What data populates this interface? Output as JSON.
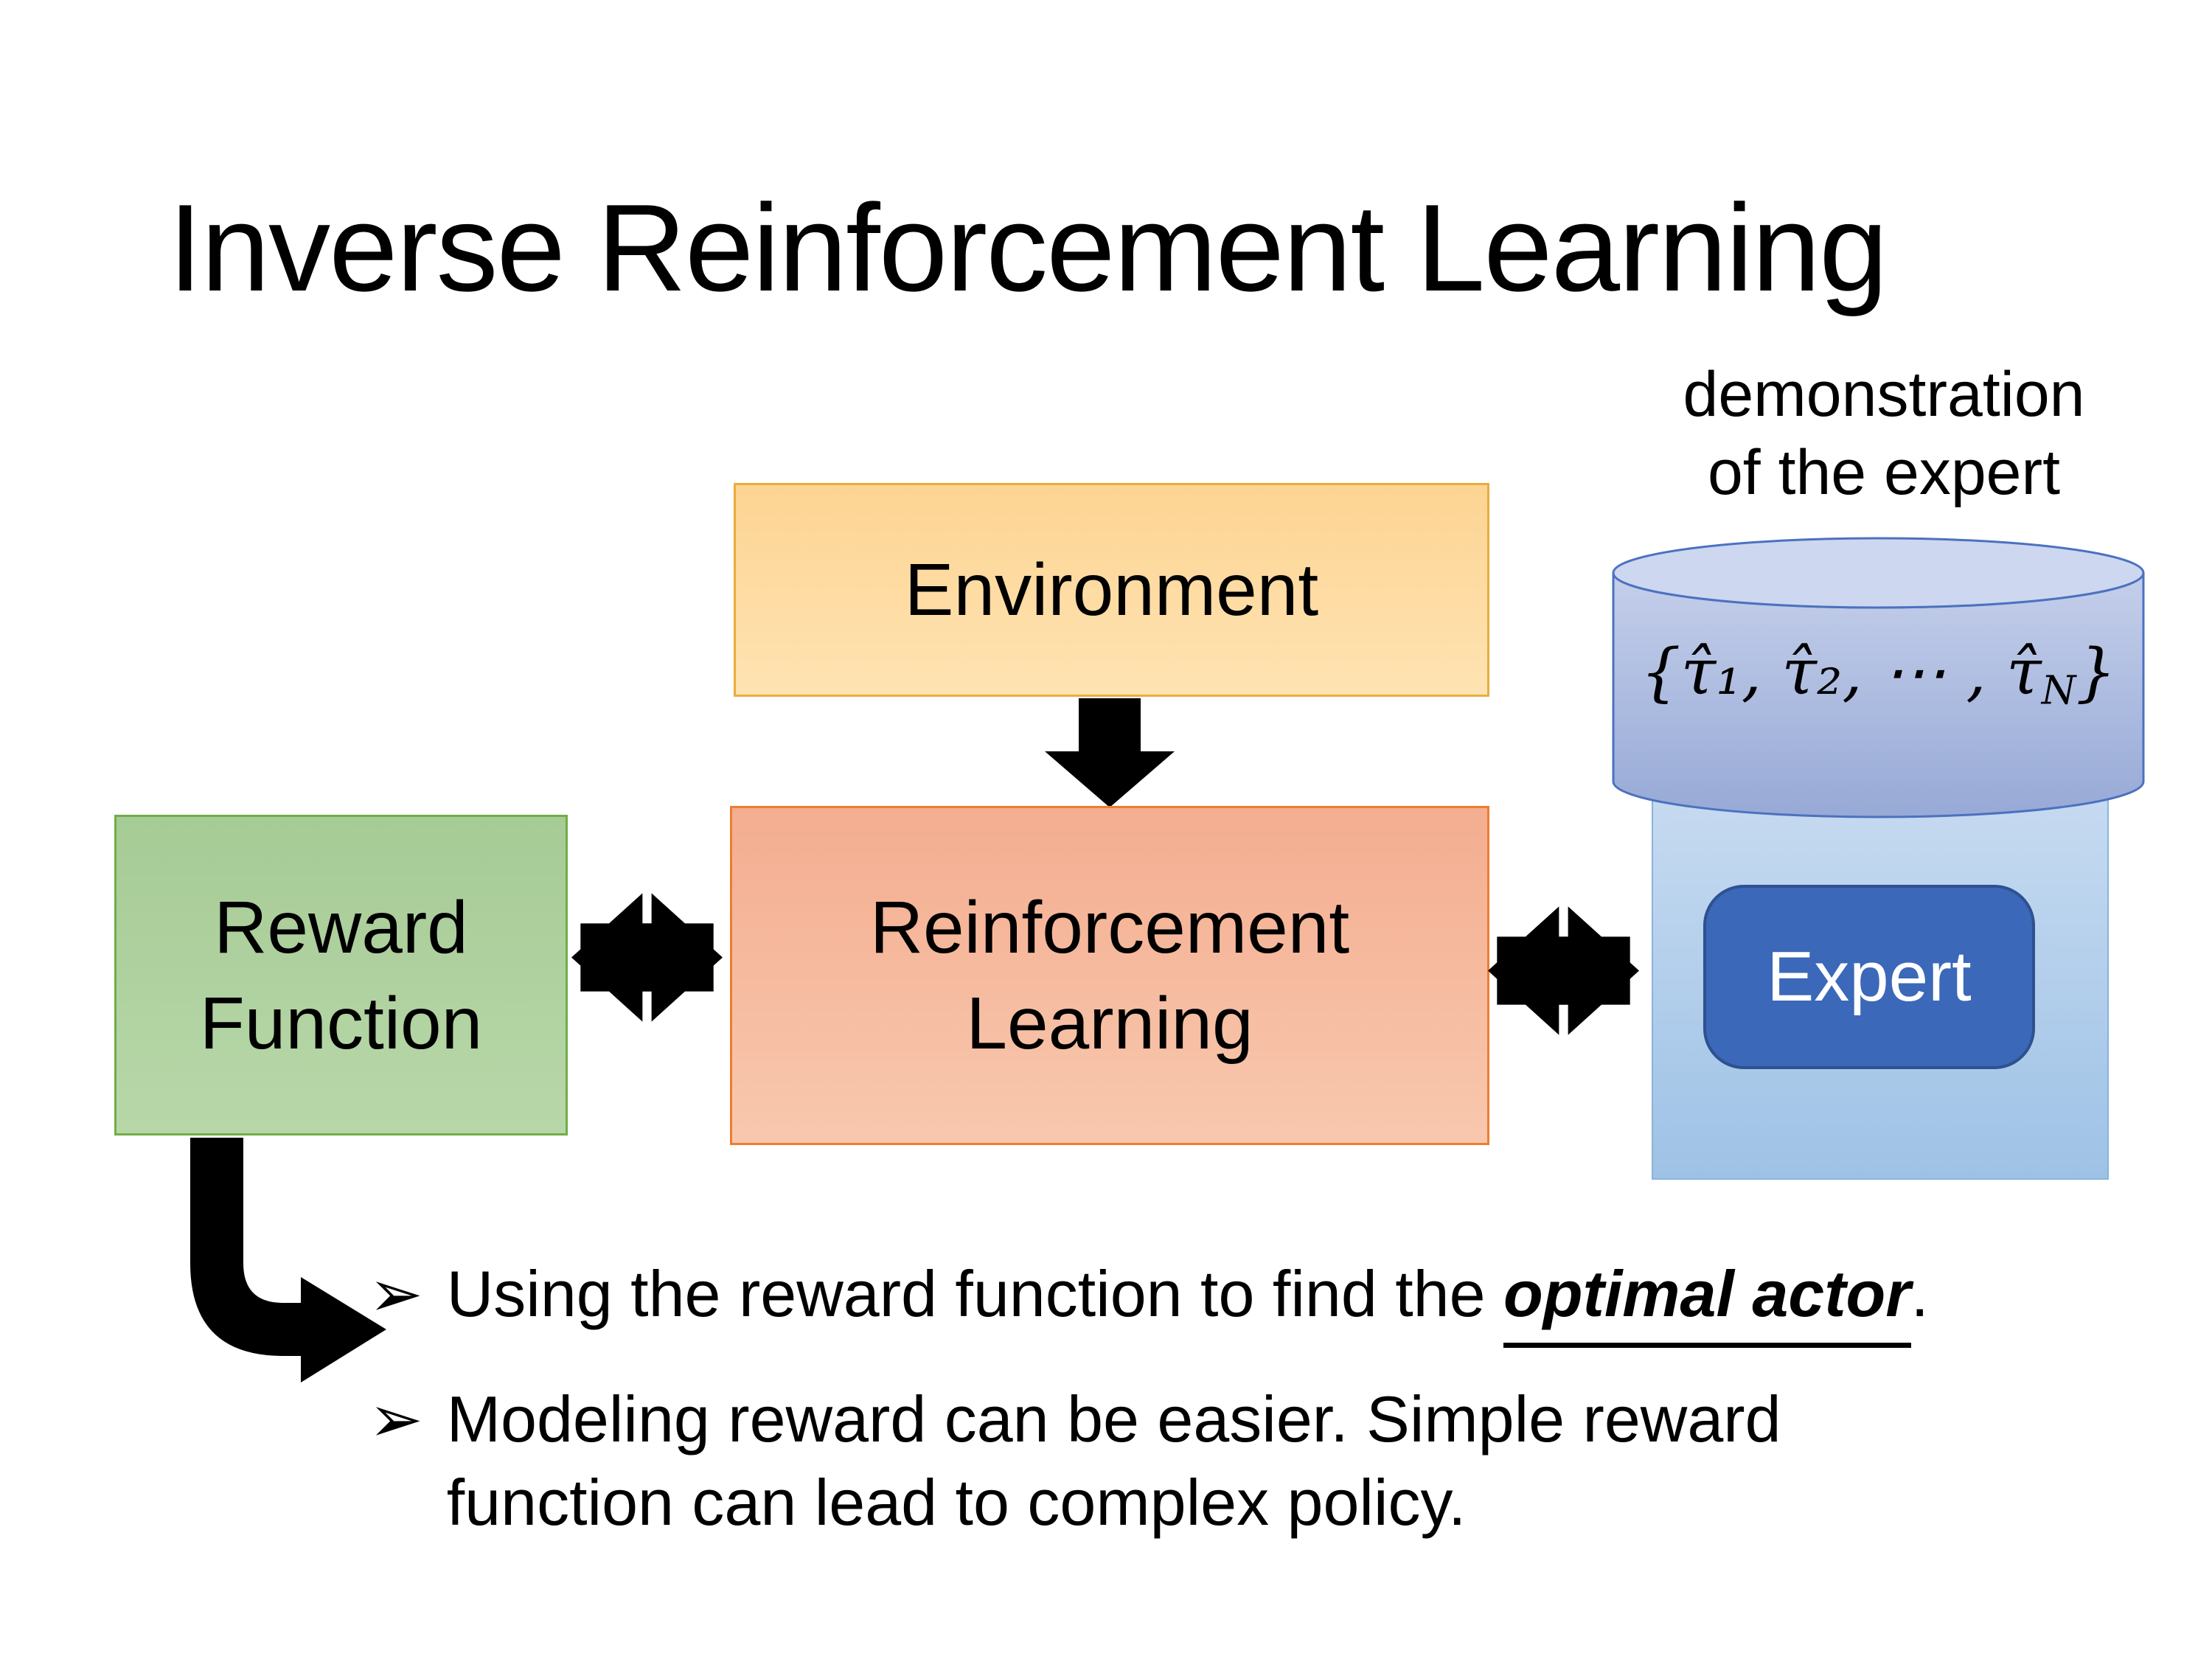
{
  "slide": {
    "title": "Inverse Reinforcement Learning",
    "annotation": {
      "line1": "demonstration",
      "line2": "of the expert"
    },
    "boxes": {
      "environment": {
        "label": "Environment"
      },
      "reward_function": {
        "line1": "Reward",
        "line2": "Function"
      },
      "reinforcement_learning": {
        "line1": "Reinforcement",
        "line2": "Learning"
      },
      "expert": {
        "label": "Expert"
      }
    },
    "cylinder_formula": {
      "prefix": "{τ̂₁, τ̂₂, ⋯ , τ̂",
      "subscript": "N",
      "suffix": "}"
    },
    "bullets": [
      {
        "marker": "➢",
        "text_before": "Using the reward function to find the ",
        "emphasis": "optimal actor",
        "text_after": "."
      },
      {
        "marker": "➢",
        "text": "Modeling reward can be easier. Simple reward function can lead to complex policy."
      }
    ],
    "colors": {
      "environment_fill_top": "#FDD493",
      "environment_fill_bottom": "#FEE3B2",
      "environment_border": "#E9AC3D",
      "reward_fill_top": "#A6CB95",
      "reward_fill_bottom": "#B8D7A9",
      "reward_border": "#70AD47",
      "rl_fill_top": "#F4AD90",
      "rl_fill_bottom": "#F8C8AE",
      "rl_border": "#ED7D31",
      "container_fill_top": "#C9DCF1",
      "container_fill_bottom": "#9EC2E6",
      "container_border": "#89B4DC",
      "cylinder_fill_top": "#C4CFEA",
      "cylinder_fill_bottom": "#97A9D6",
      "cylinder_top_fill": "#CDD7EF",
      "cylinder_border": "#4C71C0",
      "expert_fill": "#3B68B8",
      "expert_border": "#2E5190",
      "expert_text": "#FFFFFF",
      "arrow_fill": "#000000",
      "text_color": "#000000"
    }
  }
}
